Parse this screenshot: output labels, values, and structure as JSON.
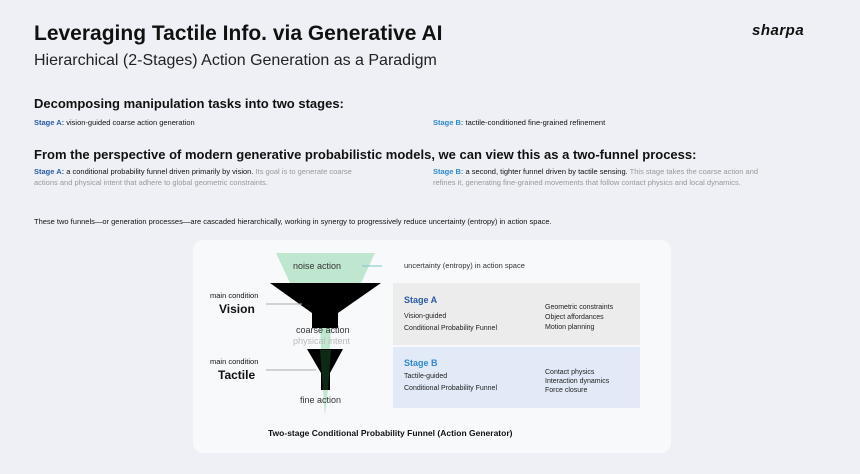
{
  "header": {
    "title": "Leveraging Tactile Info. via Generative AI",
    "subtitle": "Hierarchical (2-Stages) Action Generation as a Paradigm",
    "logo": "sharpa"
  },
  "section1": {
    "heading": "Decomposing manipulation tasks into two stages:",
    "stage_a_label": "Stage A:",
    "stage_a_text": "vision-guided coarse action generation",
    "stage_b_label": "Stage B:",
    "stage_b_text": "tactile-conditioned fine-grained refinement"
  },
  "section2": {
    "heading": "From the perspective of modern generative probabilistic models, we can view this as a two-funnel process:",
    "stage_a_label": "Stage A:",
    "stage_a_bold": "a conditional probability funnel driven primarily by vision.",
    "stage_a_gray": "Its goal is to generate coarse actions and physical intent that adhere to global geometric constraints.",
    "stage_b_label": "Stage B:",
    "stage_b_bold": "a second, tighter funnel driven by tactile sensing.",
    "stage_b_gray": "This stage takes the coarse action and refines it, generating fine-grained movements that follow contact physics and local dynamics.",
    "summary": "These two funnels—or generation processes—are cascaded hierarchically, working in synergy to progressively reduce uncertainty (entropy) in action space."
  },
  "diagram": {
    "noise_action": "noise action",
    "uncertainty": "uncertainty (entropy) in action space",
    "main_condition_1": "main condition",
    "vision": "Vision",
    "coarse_action": "coarse action",
    "physical_intent": "physical intent",
    "main_condition_2": "main condition",
    "tactile": "Tactile",
    "fine_action": "fine action",
    "stage_a": {
      "title": "Stage A",
      "line1": "Vision-guided",
      "line2": "Conditional Probability Funnel",
      "items": [
        "Geometric constraints",
        "Object affordances",
        "Motion planning"
      ]
    },
    "stage_b": {
      "title": "Stage B",
      "line1": "Tactile-guided",
      "line2": "Conditional Probability Funnel",
      "items": [
        "Contact physics",
        "Interaction dynamics",
        "Force closure"
      ]
    },
    "caption": "Two-stage Conditional Probability Funnel (Action Generator)"
  }
}
